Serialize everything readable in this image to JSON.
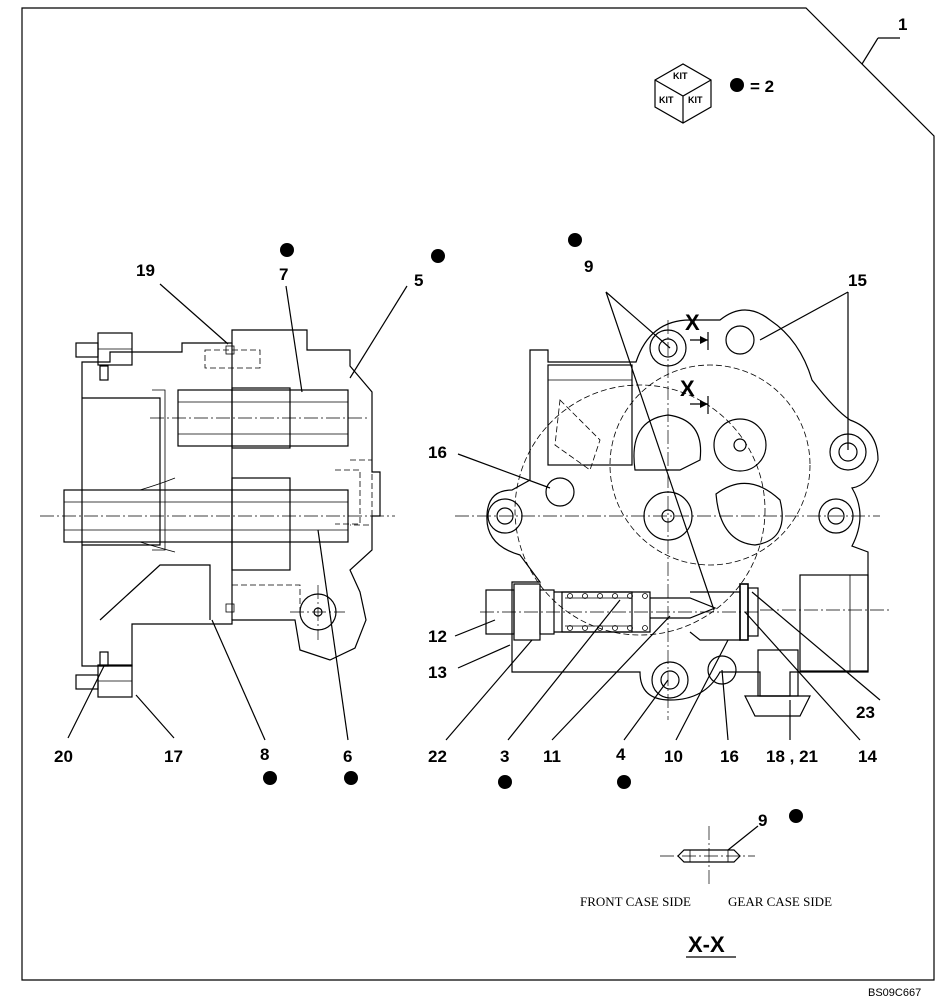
{
  "sheet": {
    "code": "BS09C667"
  },
  "kit_legend": {
    "kit_text": "KIT",
    "equals_text": "= 2"
  },
  "captions": {
    "front_case_side": "FRONT CASE SIDE",
    "gear_case_side": "GEAR CASE SIDE",
    "section": "X-X",
    "section_marker": "X"
  },
  "callouts": [
    {
      "id": "c1",
      "text": "1"
    },
    {
      "id": "c19",
      "text": "19"
    },
    {
      "id": "c7",
      "text": "7"
    },
    {
      "id": "c5",
      "text": "5"
    },
    {
      "id": "c9a",
      "text": "9"
    },
    {
      "id": "c15",
      "text": "15"
    },
    {
      "id": "c16a",
      "text": "16"
    },
    {
      "id": "c12",
      "text": "12"
    },
    {
      "id": "c13",
      "text": "13"
    },
    {
      "id": "c23",
      "text": "23"
    },
    {
      "id": "c20",
      "text": "20"
    },
    {
      "id": "c17",
      "text": "17"
    },
    {
      "id": "c8",
      "text": "8"
    },
    {
      "id": "c6",
      "text": "6"
    },
    {
      "id": "c22",
      "text": "22"
    },
    {
      "id": "c3",
      "text": "3"
    },
    {
      "id": "c11",
      "text": "11"
    },
    {
      "id": "c4",
      "text": "4"
    },
    {
      "id": "c10",
      "text": "10"
    },
    {
      "id": "c16b",
      "text": "16"
    },
    {
      "id": "c18_21",
      "text": "18 , 21"
    },
    {
      "id": "c14",
      "text": "14"
    },
    {
      "id": "c9b",
      "text": "9"
    }
  ]
}
